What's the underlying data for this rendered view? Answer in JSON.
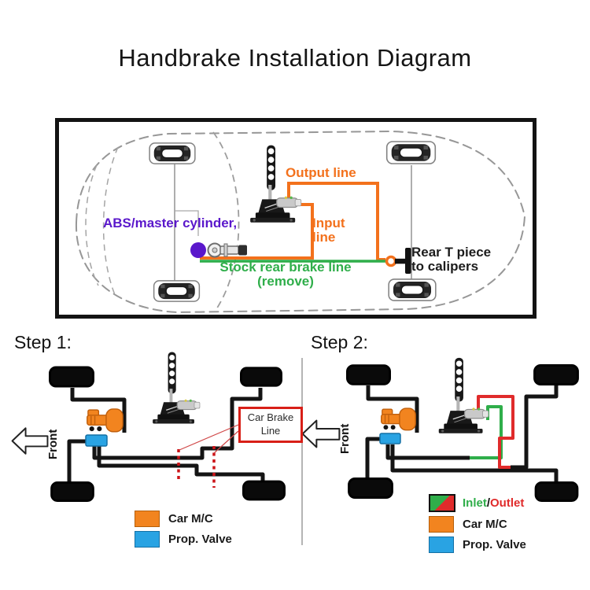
{
  "title": "Handbrake Installation Diagram",
  "colors": {
    "output_input_orange": "#f3711c",
    "stock_line_green": "#2fae4a",
    "abs_purple": "#5a17cb",
    "cut_red": "#d81f17",
    "prop_valve_blue": "#29a3e3",
    "car_mc_orange": "#f2841f",
    "chassis_black": "#141414",
    "car_outline_gray": "#979797"
  },
  "overview": {
    "abs_label": "ABS/master cylinder,",
    "output_label": "Output line",
    "input_label_line1": "Input",
    "input_label_line2": "line",
    "stock_label_line1": "Stock rear brake line",
    "stock_label_line2": "(remove)",
    "tee_label_line1": "Rear T piece",
    "tee_label_line2": "to calipers"
  },
  "step1": {
    "heading": "Step 1:",
    "front_arrow_label": "Front",
    "cut_box_line1": "Car Brake",
    "cut_box_line2": "Line",
    "legend": [
      {
        "label": "Car M/C",
        "swatch_color": "#f2841f"
      },
      {
        "label": "Prop. Valve",
        "swatch_color": "#29a3e3"
      }
    ]
  },
  "step2": {
    "heading": "Step 2:",
    "front_arrow_label": "Front",
    "legend_inlet": "Inlet",
    "legend_slash": "/",
    "legend_outlet": "Outlet",
    "legend": [
      {
        "label": "Car M/C",
        "swatch_color": "#f2841f"
      },
      {
        "label": "Prop. Valve",
        "swatch_color": "#29a3e3"
      }
    ]
  }
}
